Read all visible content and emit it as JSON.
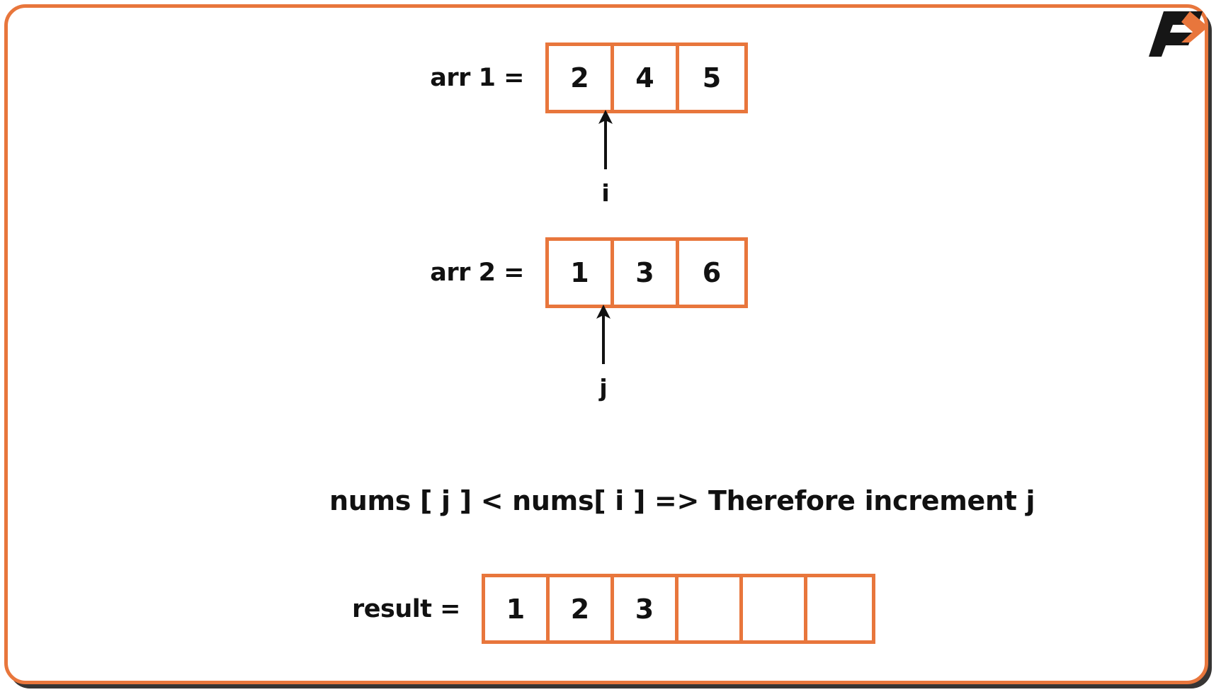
{
  "theme": {
    "accent": "#e8763c",
    "text": "#111111",
    "background": "#ffffff"
  },
  "logo": {
    "name": "brand-logo-f-arrow",
    "letter": "F",
    "letter_color": "#161616",
    "arrow_color": "#e8763c"
  },
  "rows": [
    {
      "id": "arr1",
      "label": "arr 1 =",
      "cells": [
        "2",
        "4",
        "5"
      ],
      "pointer": {
        "label": "i",
        "index": 1
      }
    },
    {
      "id": "arr2",
      "label": "arr 2 =",
      "cells": [
        "1",
        "3",
        "6"
      ],
      "pointer": {
        "label": "j",
        "index": 1
      }
    },
    {
      "id": "result",
      "label": "result =",
      "cells": [
        "1",
        "2",
        "3",
        "",
        "",
        ""
      ],
      "pointer": null
    }
  ],
  "statement": {
    "text": "nums [ j ] < nums[ i ] => Therefore increment j"
  }
}
